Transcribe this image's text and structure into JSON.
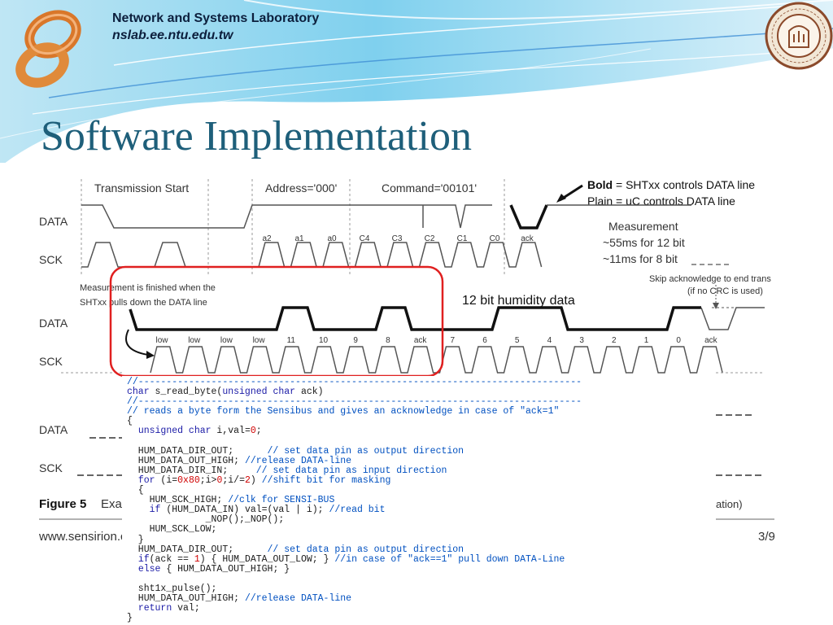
{
  "header": {
    "lab_name": "Network and Systems Laboratory",
    "lab_url": "nslab.ee.ntu.edu.tw"
  },
  "slide": {
    "title": "Software Implementation",
    "page_number": "3/9"
  },
  "diagram": {
    "transmission_start": "Transmission Start",
    "address": "Address='000'",
    "command": "Command='00101'",
    "legend_bold_word": "Bold",
    "legend_bold_rest": " = SHTxx controls DATA line",
    "legend_plain": "Plain = uC controls DATA line",
    "measurement": "Measurement",
    "meas_12": "~55ms for 12 bit",
    "meas_8": "~11ms for 8 bit",
    "data_label": "DATA",
    "sck_label": "SCK",
    "top_bits": [
      "a2",
      "a1",
      "a0",
      "C4",
      "C3",
      "C2",
      "C1",
      "C0",
      "ack"
    ],
    "finished_line1": "Measurement is finished when the",
    "finished_line2": "SHTxx pulls down the DATA line",
    "humidity_title": "12 bit humidity data",
    "skip_line1": "Skip acknowledge to end trans",
    "skip_line2": "(if no CRC is used)",
    "bottom_bits": [
      "low",
      "low",
      "low",
      "low",
      "11",
      "10",
      "9",
      "8",
      "ack",
      "7",
      "6",
      "5",
      "4",
      "3",
      "2",
      "1",
      "0",
      "ack"
    ],
    "figure_label": "Figure 5",
    "figure_caption_start": "Exar",
    "figure_caption_end": "ation)",
    "footer_url": "www.sensirion.c"
  },
  "code_lines": [
    [
      [
        "cm",
        "//-------------------------------------------------------------------------------"
      ]
    ],
    [
      [
        "kw",
        "char"
      ],
      [
        "",
        " s_read_byte("
      ],
      [
        "kw",
        "unsigned char"
      ],
      [
        "",
        " ack)"
      ]
    ],
    [
      [
        "cm",
        "//-------------------------------------------------------------------------------"
      ]
    ],
    [
      [
        "cm",
        "// reads a byte form the Sensibus and gives an acknowledge in case of \"ack=1\""
      ]
    ],
    [
      [
        "",
        "{"
      ]
    ],
    [
      [
        "",
        "  "
      ],
      [
        "kw",
        "unsigned char"
      ],
      [
        "",
        " i,val="
      ],
      [
        "num",
        "0"
      ],
      [
        "",
        ";"
      ]
    ],
    [
      [
        "",
        ""
      ]
    ],
    [
      [
        "",
        "  HUM_DATA_DIR_OUT;      "
      ],
      [
        "cm",
        "// set data pin as output direction"
      ]
    ],
    [
      [
        "",
        "  HUM_DATA_OUT_HIGH; "
      ],
      [
        "cm",
        "//release DATA-line"
      ]
    ],
    [
      [
        "",
        "  HUM_DATA_DIR_IN;     "
      ],
      [
        "cm",
        "// set data pin as input direction"
      ]
    ],
    [
      [
        "",
        "  "
      ],
      [
        "kw",
        "for"
      ],
      [
        "",
        " (i="
      ],
      [
        "num",
        "0x80"
      ],
      [
        "",
        ";i>"
      ],
      [
        "num",
        "0"
      ],
      [
        "",
        ";i/="
      ],
      [
        "num",
        "2"
      ],
      [
        "",
        ") "
      ],
      [
        "cm",
        "//shift bit for masking"
      ]
    ],
    [
      [
        "",
        "  {"
      ]
    ],
    [
      [
        "",
        "    HUM_SCK_HIGH; "
      ],
      [
        "cm",
        "//clk for SENSI-BUS"
      ]
    ],
    [
      [
        "",
        "    "
      ],
      [
        "kw",
        "if"
      ],
      [
        "",
        " (HUM_DATA_IN) val=(val | i); "
      ],
      [
        "cm",
        "//read bit"
      ]
    ],
    [
      [
        "",
        "              _NOP();_NOP();"
      ]
    ],
    [
      [
        "",
        "    HUM_SCK_LOW;"
      ]
    ],
    [
      [
        "",
        "  }"
      ]
    ],
    [
      [
        "",
        "  HUM_DATA_DIR_OUT;      "
      ],
      [
        "cm",
        "// set data pin as output direction"
      ]
    ],
    [
      [
        "",
        "  "
      ],
      [
        "kw",
        "if"
      ],
      [
        "",
        "(ack == "
      ],
      [
        "num",
        "1"
      ],
      [
        "",
        ") { HUM_DATA_OUT_LOW; } "
      ],
      [
        "cm",
        "//in case of \"ack==1\" pull down DATA-Line"
      ]
    ],
    [
      [
        "",
        "  "
      ],
      [
        "kw",
        "else"
      ],
      [
        "",
        " { HUM_DATA_OUT_HIGH; }"
      ]
    ],
    [
      [
        "",
        ""
      ]
    ],
    [
      [
        "",
        "  sht1x_pulse();"
      ]
    ],
    [
      [
        "",
        "  HUM_DATA_OUT_HIGH; "
      ],
      [
        "cm",
        "//release DATA-line"
      ]
    ],
    [
      [
        "",
        "  "
      ],
      [
        "kw",
        "return"
      ],
      [
        "",
        " val;"
      ]
    ],
    [
      [
        "",
        "}"
      ]
    ]
  ]
}
